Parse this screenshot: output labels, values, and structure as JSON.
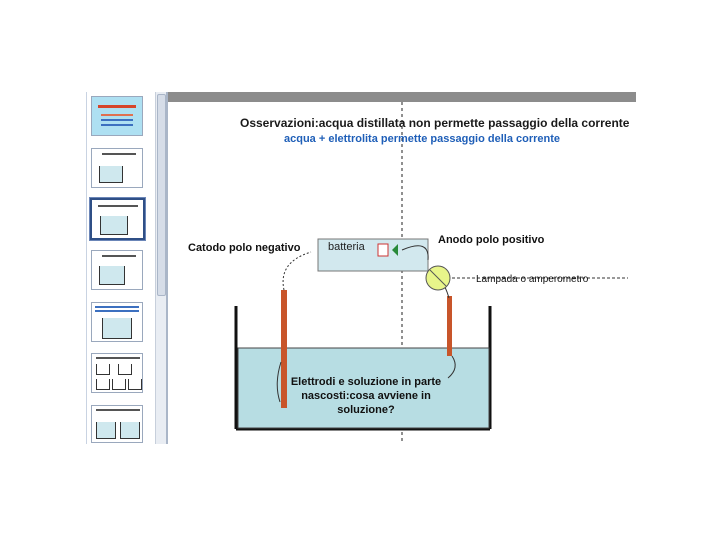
{
  "thumbnails": [
    {
      "index": 1,
      "label": "slide-thumbnail-1",
      "title_text": "acqua e soluzioni",
      "selected": false
    },
    {
      "index": 2,
      "label": "slide-thumbnail-2",
      "selected": false
    },
    {
      "index": 3,
      "label": "slide-thumbnail-3",
      "selected": true
    },
    {
      "index": 4,
      "label": "slide-thumbnail-4",
      "selected": false
    },
    {
      "index": 5,
      "label": "slide-thumbnail-5",
      "selected": false
    },
    {
      "index": 6,
      "label": "slide-thumbnail-6",
      "selected": false
    },
    {
      "index": 7,
      "label": "slide-thumbnail-7",
      "selected": false
    }
  ],
  "slide": {
    "obs_line1": "Osservazioni:acqua distillata non permette passaggio della corrente",
    "obs_line2": "acqua + elettrolita permette passaggio della corrente",
    "catodo": "Catodo polo negativo",
    "batteria": "batteria",
    "anodo": "Anodo polo positivo",
    "lampada": "Lampada o amperometro",
    "soluzione_1": "Elettrodi e soluzione in parte",
    "soluzione_2": "nascosti:cosa avviene in",
    "soluzione_3": "soluzione?",
    "colors": {
      "obs_line1": "#1a1a1a",
      "obs_line2": "#1f5fb8",
      "electrode": "#c8552a",
      "solution": "#b7dde3",
      "battery_box": "#d2e8ee",
      "bulb": "#e8f58a"
    }
  }
}
